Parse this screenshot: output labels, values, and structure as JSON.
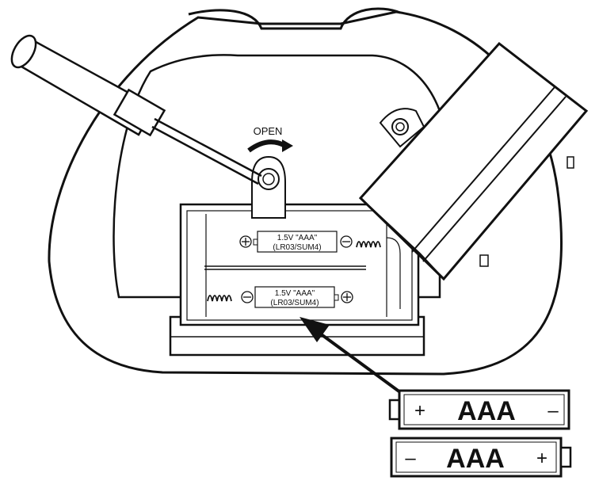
{
  "instruction": {
    "open_label": "OPEN"
  },
  "compartment": {
    "slot_top": {
      "label_line1": "1.5V \"AAA\"",
      "label_line2": "(LR03/SUM4)"
    },
    "slot_bottom": {
      "label_line1": "1.5V \"AAA\"",
      "label_line2": "(LR03/SUM4)"
    }
  },
  "batteries": [
    {
      "left_sign": "+",
      "label": "AAA",
      "right_sign": "–"
    },
    {
      "left_sign": "–",
      "label": "AAA",
      "right_sign": "+"
    }
  ],
  "colors": {
    "stroke": "#111111",
    "fill": "#ffffff"
  }
}
